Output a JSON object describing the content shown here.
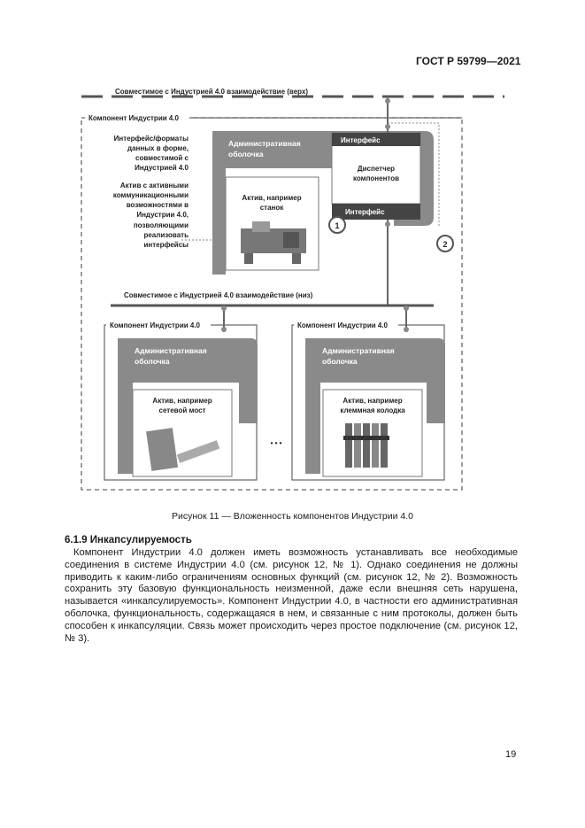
{
  "header": {
    "standard_code": "ГОСТ Р 59799—2021"
  },
  "figure": {
    "top_bus_label": "Совместимое с Индустрией 4.0 взаимодействие (верх)",
    "bottom_bus_label": "Совместимое с Индустрией 4.0 взаимодействие (низ)",
    "outer_component_label": "Компонент Индустрии 4.0",
    "left_note_1": [
      "Интерфейс/форматы",
      "данных в форме,",
      "совместимой с",
      "Индустрией 4.0"
    ],
    "left_note_2": [
      "Актив с активными",
      "коммуникационными",
      "возможностями в",
      "Индустрии 4.0,",
      "позволяющими",
      "реализовать",
      "интерфейсы"
    ],
    "main_shell_label": [
      "Административная",
      "оболочка"
    ],
    "interface_top": "Интерфейс",
    "interface_bottom": "Интерфейс",
    "dispatcher": [
      "Диспетчер",
      "компонентов"
    ],
    "main_asset": [
      "Актив, например",
      "станок"
    ],
    "callout_1": "1",
    "callout_2": "2",
    "sub_component_left_label": "Компонент Индустрии 4.0",
    "sub_component_right_label": "Компонент Индустрии 4.0",
    "sub_shell_left": [
      "Административная",
      "оболочка"
    ],
    "sub_shell_right": [
      "Административная",
      "оболочка"
    ],
    "sub_asset_left": [
      "Актив, например",
      "сетевой мост"
    ],
    "sub_asset_right": [
      "Актив, например",
      "клеммная колодка"
    ],
    "ellipsis": "• • •"
  },
  "caption": "Рисунок 11 — Вложенность компонентов Индустрии 4.0",
  "section": {
    "title": "6.1.9 Инкапсулируемость",
    "paragraph": "Компонент Индустрии 4.0 должен иметь возможность устанавливать все необходимые соединения в системе Индустрии 4.0 (см. рисунок 12, № 1). Однако соединения не должны приводить к каким-либо ограничениям основных функций (см. рисунок 12, № 2). Возможность сохранить эту базовую функциональность неизменной, даже если внешняя сеть нарушена, называется «инкапсулируемость». Компонент Индустрии 4.0, в частности его административная оболочка, функциональность, содержащаяся в нем, и связанные с ним протоколы, должен быть способен к инкапсуляции. Связь может происходить через простое подключение (см. рисунок 12, № 3)."
  },
  "page_number": "19"
}
